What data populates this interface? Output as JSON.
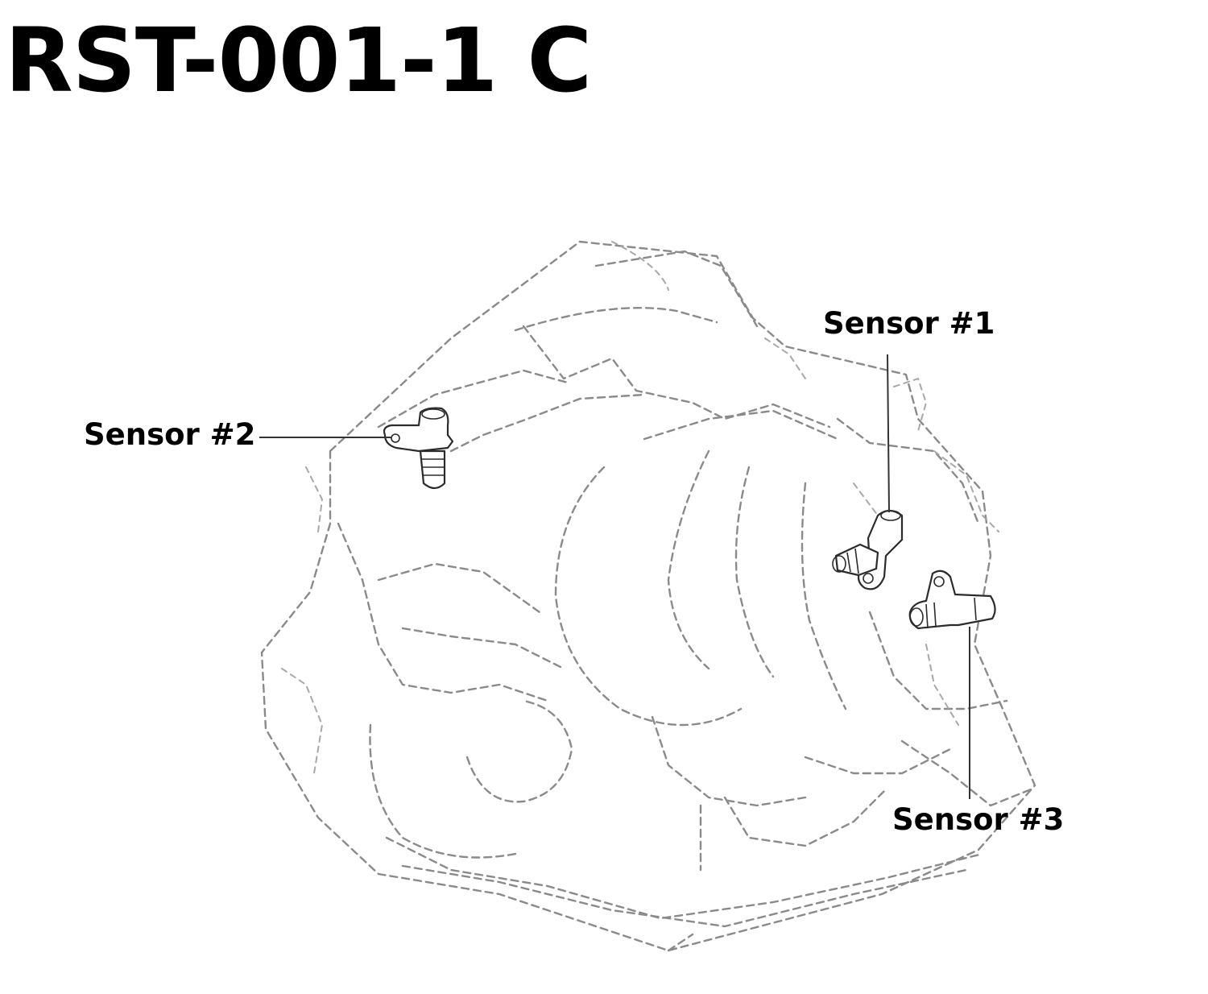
{
  "title": "RST-001-1 C",
  "labels": {
    "sensor1": "Sensor #1",
    "sensor2": "Sensor #2",
    "sensor3": "Sensor #3"
  },
  "colors": {
    "outline": "#8a8a8a",
    "part": "#2b2b2b",
    "text": "#000000",
    "background": "#ffffff"
  }
}
